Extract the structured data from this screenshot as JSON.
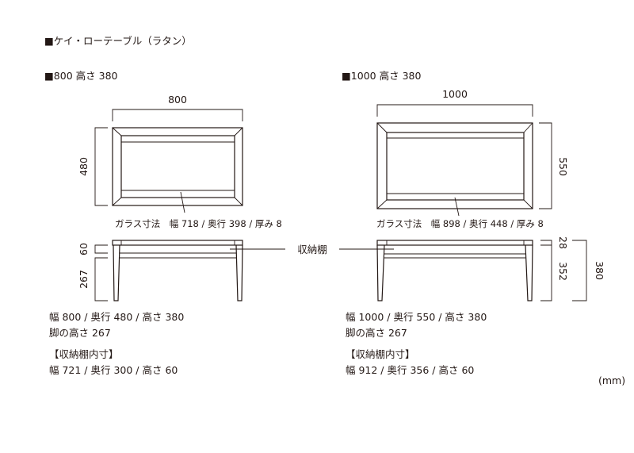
{
  "title": "■ケイ・ローテーブル（ラタン）",
  "unit": "(mm)",
  "shelf_label": "収納棚",
  "models": [
    {
      "heading": "■800 高さ 380",
      "width_dim": "800",
      "depth_dim": "480",
      "glass": "ガラス寸法　幅 718 / 奥行 398 / 厚み 8",
      "shelf_height_dim": "60",
      "leg_height_dim": "267",
      "spec_line1": "幅 800 / 奥行 480 / 高さ 380",
      "spec_line2": "脚の高さ 267",
      "shelf_heading": "【収納棚内寸】",
      "shelf_spec": "幅 721 / 奥行 300 / 高さ 60"
    },
    {
      "heading": "■1000 高さ 380",
      "width_dim": "1000",
      "depth_dim": "550",
      "glass": "ガラス寸法　幅 898 / 奥行 448 / 厚み 8",
      "top_dim": "28",
      "lower_dim": "352",
      "total_height_dim": "380",
      "spec_line1": "幅 1000 / 奥行 550 / 高さ 380",
      "spec_line2": "脚の高さ 267",
      "shelf_heading": "【収納棚内寸】",
      "shelf_spec": "幅 912 / 奥行 356 / 高さ 60"
    }
  ]
}
